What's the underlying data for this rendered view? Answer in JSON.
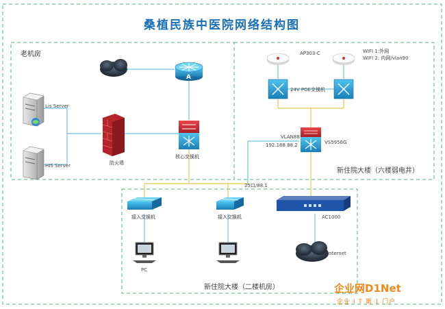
{
  "title": "桑植民族中医院网络结构图",
  "zones": {
    "old_room": "老机房",
    "sixth_floor": "新住院大楼（六楼弱电井）",
    "second_floor": "新住院大楼（二楼机房）"
  },
  "nodes": {
    "lis_server": "Lis Server",
    "his_server": "HIS Server",
    "firewall": "防火墙",
    "core_switch": "核心交换机",
    "ap": "AP303-C",
    "wifi": [
      "WIFI 1:外网",
      "WIFI 2: 内网/vlan90"
    ],
    "poe_switch": "24V POE交换机",
    "vs5956g": "VS5956G",
    "vlan88": "VLAN88",
    "ip": "192.168.88.2",
    "link_label": "25口/88.1",
    "access_switch_1": "接入交换机",
    "access_switch_2": "接入交换机",
    "ac": "AC1000",
    "internet": "Internet",
    "pc": "PC",
    "router_mark": "A"
  },
  "watermark": {
    "brand": "企业网D1Net",
    "sub": "企业 I T 第 1 门户"
  },
  "colors": {
    "zone_border": "#44bb77",
    "link": "#6ac4e8",
    "link_yellow": "#e8c84a",
    "title": "#1a6fb5",
    "watermark_orange": "#f08a1e"
  }
}
